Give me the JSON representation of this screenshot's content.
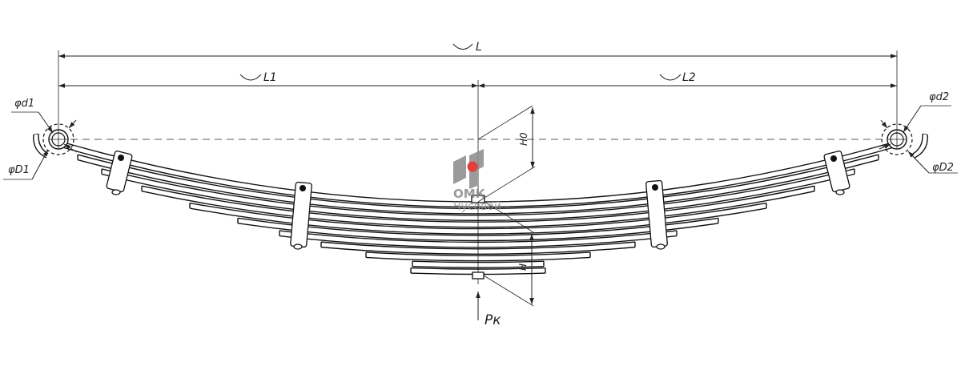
{
  "labels": {
    "L": "L",
    "L1": "L1",
    "L2": "L2",
    "d1": "φd1",
    "D1": "φD1",
    "d2": "φd2",
    "D2": "φD2",
    "H0": "H0",
    "H": "H",
    "Pk": "Pк"
  },
  "watermark": {
    "brand": "ОМК",
    "city": "Чусовой",
    "colors": {
      "grey": "#8a8a8a",
      "red": "#e21b1b"
    }
  },
  "leaf_count": 11
}
